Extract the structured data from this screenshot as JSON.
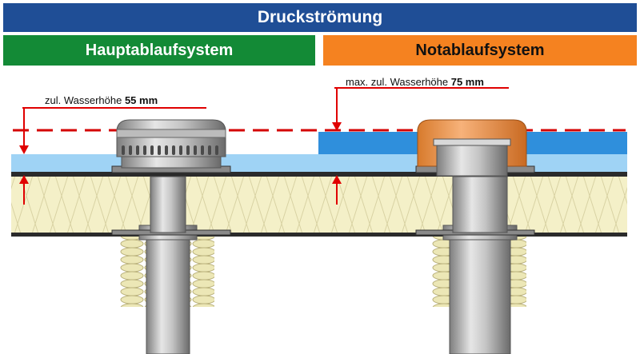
{
  "title": "Druckströmung",
  "left_system": "Hauptablaufsystem",
  "right_system": "Notablaufsystem",
  "left_label": {
    "prefix": "zul. Wasserhöhe ",
    "value": "55 mm"
  },
  "right_label": {
    "prefix": "max. zul. Wasserhöhe ",
    "value": "75 mm"
  },
  "colors": {
    "title_bg": "#1f4e96",
    "left_bg": "#138a36",
    "right_bg": "#f58220",
    "water": "#9fd3f5",
    "water_emergency": "#2f8fdc",
    "insulation": "#f4f0c8",
    "dashed_line": "#d40000",
    "arrow": "#e00000"
  }
}
